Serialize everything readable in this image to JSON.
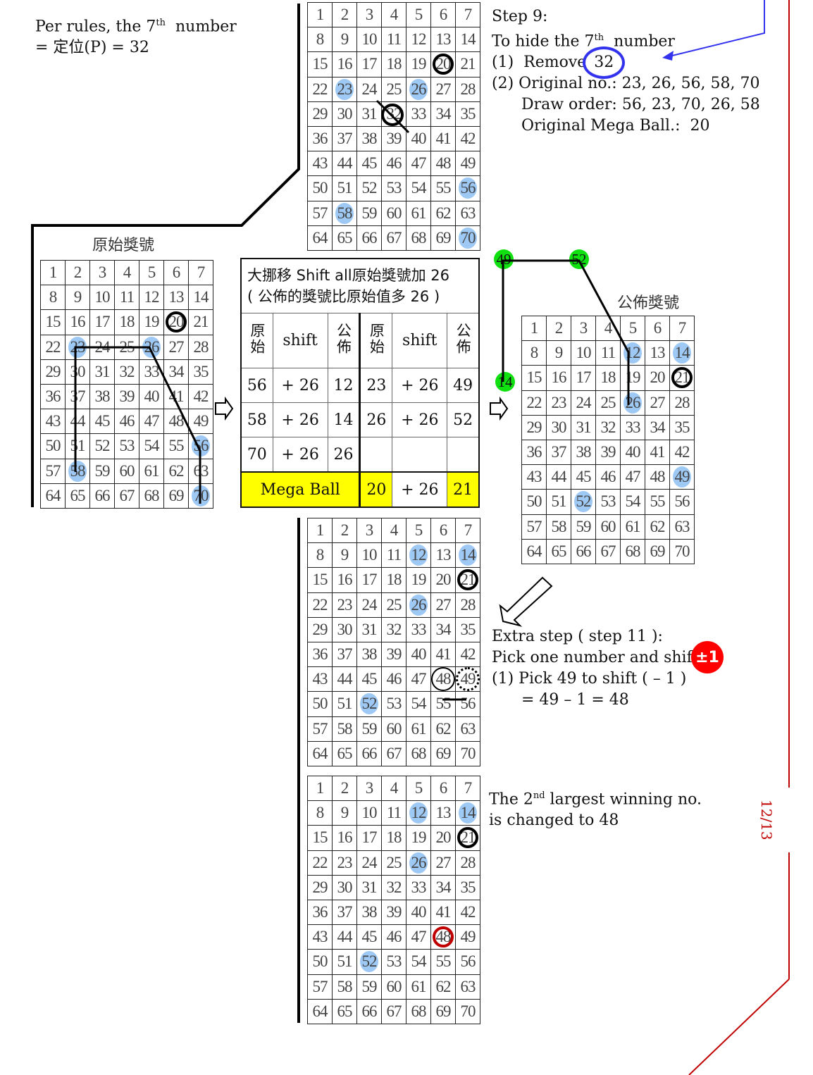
{
  "left_note": {
    "line1_pre": "Per rules, the 7",
    "line1_sup": "th",
    "line1_post": "  number",
    "line2": "= 定位(P) = 32"
  },
  "step9": {
    "title": "Step 9:",
    "line2_pre": "To hide the 7",
    "line2_sup": "th",
    "line2_post": "  number",
    "line3_pre": "(1)  Remove ",
    "line3_circled": "32",
    "line4": "(2) Original no.: 23, 26, 56, 58, 70",
    "line5": "      Draw order: 56, 23, 70, 26, 58",
    "line6": "      Original Mega Ball.:  20"
  },
  "titles": {
    "original": "原始獎號",
    "published": "公佈獎號"
  },
  "shift_table": {
    "header1": "大挪移 Shift all原始獎號加 26",
    "header2": "( 公佈的獎號比原始值多 26 )",
    "col_orig": "原始",
    "col_shift": "shift",
    "col_pub": "公佈",
    "rows": [
      [
        "56",
        "+ 26",
        "12",
        "23",
        "+ 26",
        "49"
      ],
      [
        "58",
        "+ 26",
        "14",
        "26",
        "+ 26",
        "52"
      ],
      [
        "70",
        "+ 26",
        "26",
        "",
        "",
        ""
      ]
    ],
    "mega": {
      "label": "Mega Ball",
      "orig": "20",
      "shift": "+ 26",
      "pub": "21"
    }
  },
  "green_dots": [
    "49",
    "52",
    "14"
  ],
  "extra_step": {
    "line1": "Extra step ( step 11 ):",
    "line2": "Pick one number and shift",
    "badge": "±1",
    "line3": "(1) Pick 49 to shift ( – 1 )",
    "line4": "      = 49 – 1 = 48"
  },
  "result_note": {
    "line1_pre": "The 2",
    "line1_sup": "nd",
    "line1_post": " largest winning no.",
    "line2": "is changed to 48"
  },
  "page_number": "12/13",
  "grids": [
    {
      "id": "g1",
      "highlight": [
        23,
        26,
        56,
        58,
        70
      ],
      "ring": [
        20
      ],
      "crossed": [
        32
      ]
    },
    {
      "id": "g2",
      "highlight": [
        23,
        26,
        56,
        58,
        70
      ],
      "ring": [
        20
      ]
    },
    {
      "id": "g3",
      "highlight": [
        12,
        14,
        26,
        49,
        52
      ],
      "ring": [
        21
      ]
    },
    {
      "id": "g4",
      "highlight": [
        12,
        14,
        26,
        52
      ],
      "ring": [
        21
      ],
      "thin_ring": [
        48
      ],
      "dotted_ring": [
        49
      ]
    },
    {
      "id": "g5",
      "highlight": [
        12,
        14,
        26,
        52
      ],
      "ring": [
        21
      ],
      "red_ring": [
        48
      ]
    }
  ],
  "colors": {
    "highlight": "#9fc9f5",
    "green": "#10e010",
    "accent_red": "#c00000",
    "blue": "#3333ee",
    "yellow": "#ffff00"
  }
}
